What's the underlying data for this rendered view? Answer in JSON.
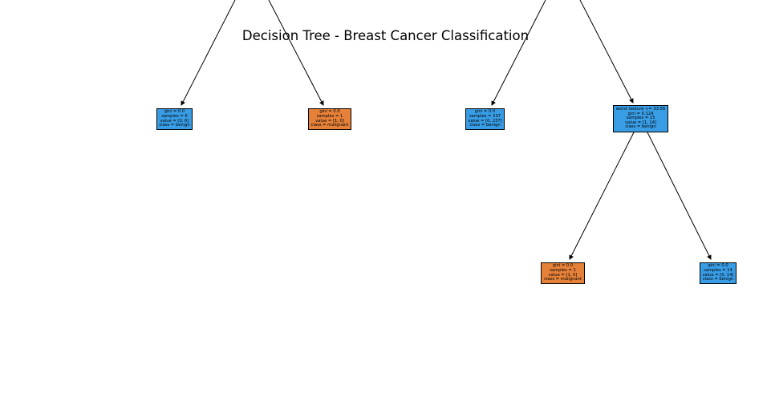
{
  "title": "Decision Tree - Breast Cancer Classification",
  "colors": {
    "benign": "#399de5",
    "malignant": "#e58139",
    "edge": "#000000"
  },
  "nodes": [
    {
      "id": "leaf-1",
      "class_color": "benign",
      "lines": [
        "gini = 0.0",
        "samples = 6",
        "value = [0, 6]",
        "class = benign"
      ]
    },
    {
      "id": "leaf-2",
      "class_color": "malignant",
      "lines": [
        "gini = 0.0",
        "samples = 1",
        "value = [1, 0]",
        "class = malignant"
      ]
    },
    {
      "id": "leaf-3",
      "class_color": "benign",
      "lines": [
        "gini = 0.0",
        "samples = 237",
        "value = [0, 237]",
        "class = benign"
      ]
    },
    {
      "id": "split-worst-texture",
      "class_color": "benign",
      "lines": [
        "worst texture <= 33.56",
        "gini = 0.124",
        "samples = 15",
        "value = [1, 14]",
        "class = benign"
      ]
    },
    {
      "id": "leaf-4",
      "class_color": "malignant",
      "lines": [
        "gini = 0.0",
        "samples = 1",
        "value = [1, 0]",
        "class = malignant"
      ]
    },
    {
      "id": "leaf-5",
      "class_color": "benign",
      "lines": [
        "gini = 0.0",
        "samples = 14",
        "value = [0, 14]",
        "class = benign"
      ]
    }
  ]
}
